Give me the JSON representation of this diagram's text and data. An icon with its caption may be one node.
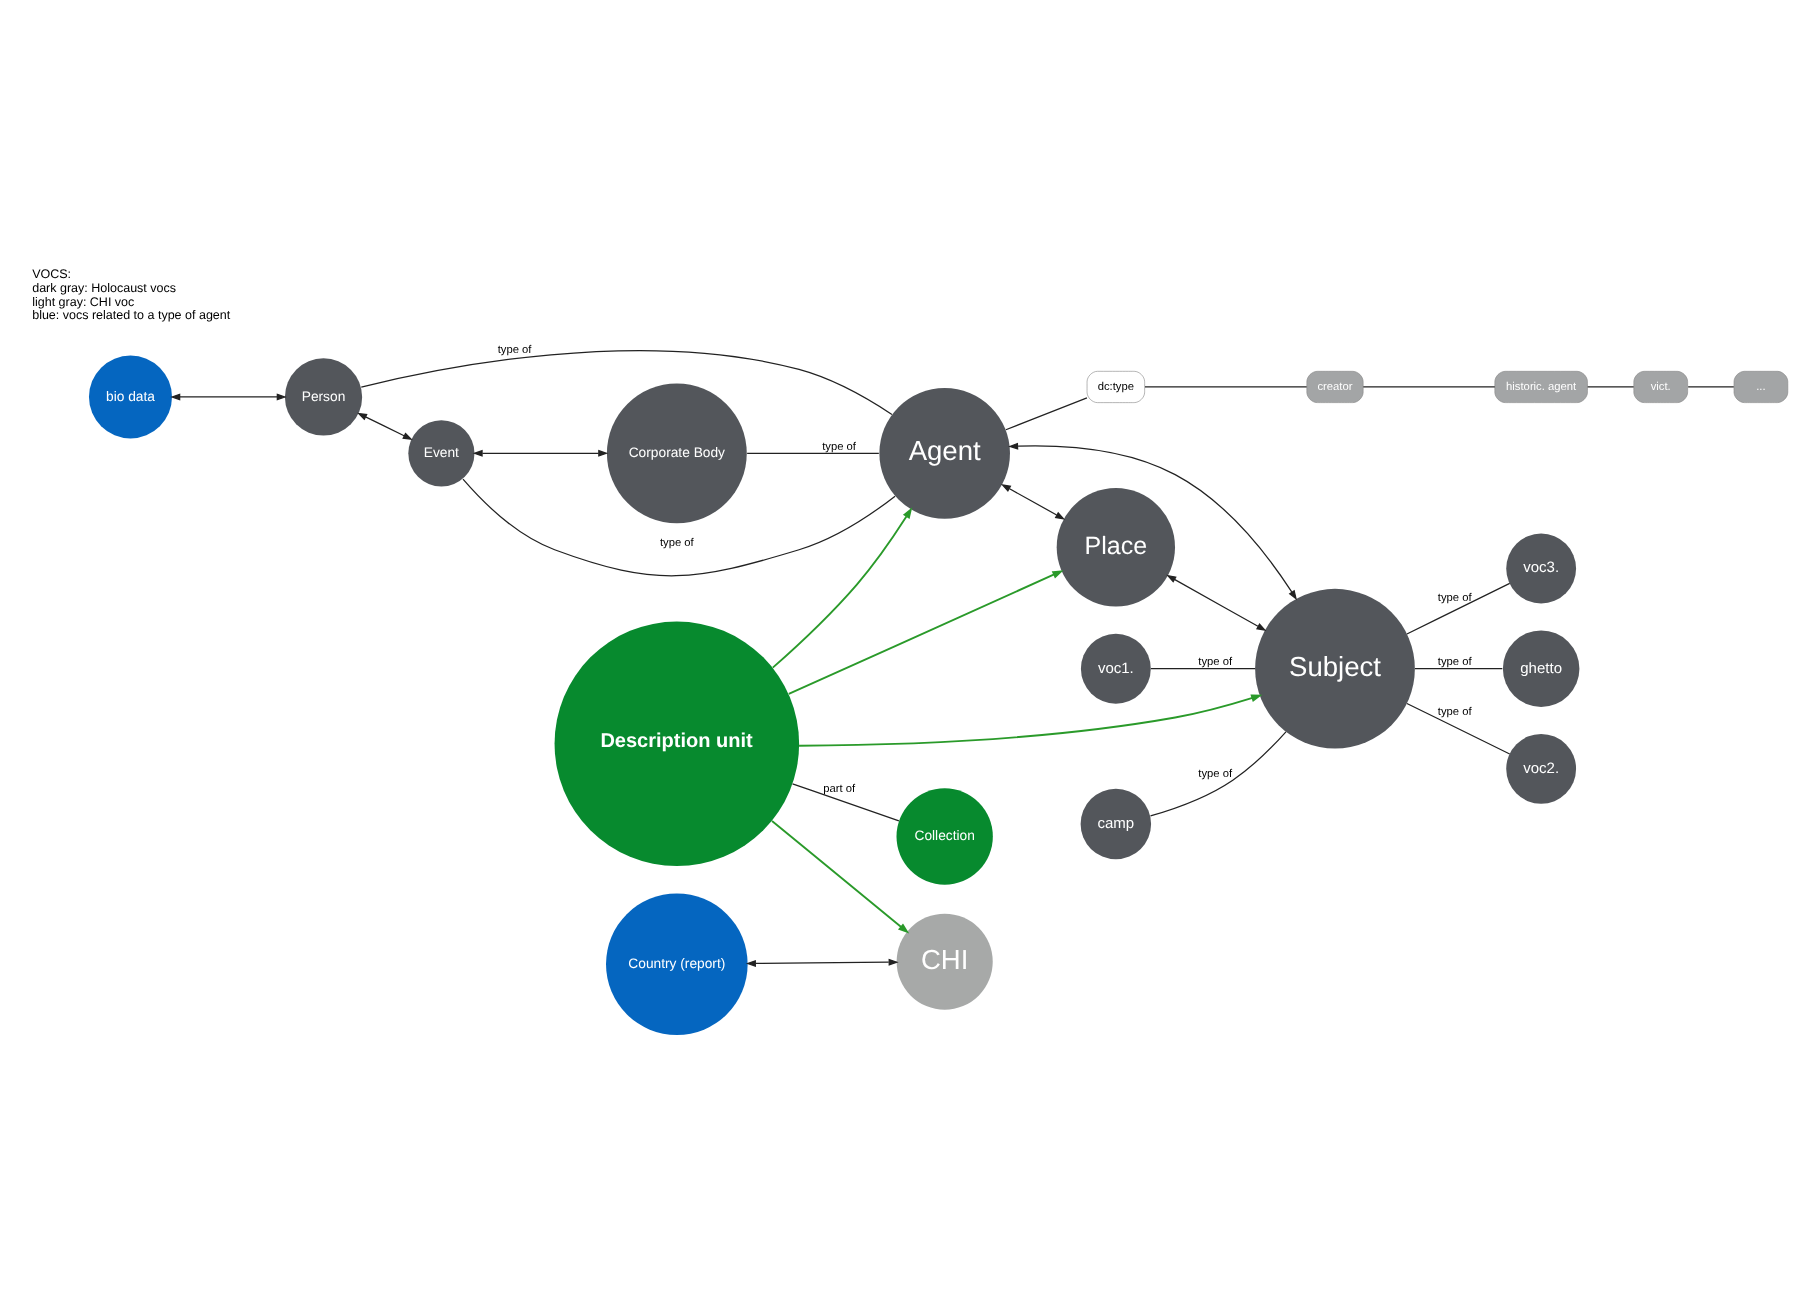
{
  "diagram": {
    "nodes": [
      {
        "text": [
          "bio data"
        ]
      },
      {
        "text": [
          "Person"
        ]
      },
      {
        "text": [
          "Event"
        ]
      },
      {
        "text": [
          "Corporate Body"
        ]
      },
      {
        "text": [
          "Agent"
        ]
      },
      {
        "text": [
          "dc:type"
        ]
      },
      {
        "text": [
          "creator"
        ]
      },
      {
        "text": [
          "historic. agent"
        ]
      },
      {
        "text": [
          "vict."
        ]
      },
      {
        "text": [
          "..."
        ]
      },
      {
        "text": [
          "Place"
        ]
      },
      {
        "text": [
          "Description unit"
        ]
      },
      {
        "text": [
          "Country (report)"
        ]
      },
      {
        "text": [
          "CHI"
        ]
      },
      {
        "text": [
          "Collection"
        ]
      },
      {
        "text": [
          "camp"
        ]
      },
      {
        "text": [
          "Subject"
        ]
      },
      {
        "text": [
          "ghetto"
        ]
      },
      {
        "text": [
          "voc1."
        ]
      },
      {
        "text": [
          "voc2."
        ]
      },
      {
        "text": [
          "voc3."
        ]
      }
    ],
    "edges": [
      {
        "from": 0,
        "to": 1,
        "arrow": "both"
      },
      {
        "from": 1,
        "to": 2,
        "arrow": "both"
      },
      {
        "from": 2,
        "to": 3,
        "arrow": "both"
      },
      {
        "from": 1,
        "to": 4,
        "arrow": "none",
        "label": "type of"
      },
      {
        "from": 2,
        "to": 4,
        "arrow": "none",
        "label": "type of"
      },
      {
        "from": 3,
        "to": 4,
        "arrow": "none",
        "label": "type of"
      },
      {
        "from": 4,
        "to": 5,
        "arrow": "none"
      },
      {
        "from": 5,
        "to": 6,
        "arrow": "none"
      },
      {
        "from": 6,
        "to": 7,
        "arrow": "none"
      },
      {
        "from": 7,
        "to": 8,
        "arrow": "none"
      },
      {
        "from": 8,
        "to": 9,
        "arrow": "none"
      },
      {
        "from": 4,
        "to": 10,
        "arrow": "both"
      },
      {
        "from": 4,
        "to": 16,
        "arrow": "both"
      },
      {
        "from": 10,
        "to": 16,
        "arrow": "both"
      },
      {
        "from": 11,
        "to": 4,
        "arrow": "to",
        "color": "#2a9a2a"
      },
      {
        "from": 11,
        "to": 10,
        "arrow": "to",
        "color": "#2a9a2a"
      },
      {
        "from": 11,
        "to": 13,
        "arrow": "to",
        "color": "#2a9a2a"
      },
      {
        "from": 11,
        "to": 16,
        "arrow": "to",
        "color": "#2a9a2a"
      },
      {
        "from": 12,
        "to": 13,
        "arrow": "both"
      },
      {
        "from": 11,
        "to": 14,
        "arrow": "none",
        "label": "part of"
      },
      {
        "from": 15,
        "to": 16,
        "arrow": "none",
        "label": "type of"
      },
      {
        "from": 16,
        "to": 17,
        "arrow": "none",
        "label": "type of"
      },
      {
        "from": 18,
        "to": 16,
        "arrow": "none",
        "label": "type of"
      },
      {
        "from": 16,
        "to": 19,
        "arrow": "none",
        "label": "type of"
      },
      {
        "from": 16,
        "to": 20,
        "arrow": "none",
        "label": "type of"
      }
    ],
    "labels": [
      "VOCS:",
      "dark gray: Holocaust vocs",
      "light gray: CHI voc",
      "blue: vocs related to a type of agent"
    ]
  }
}
